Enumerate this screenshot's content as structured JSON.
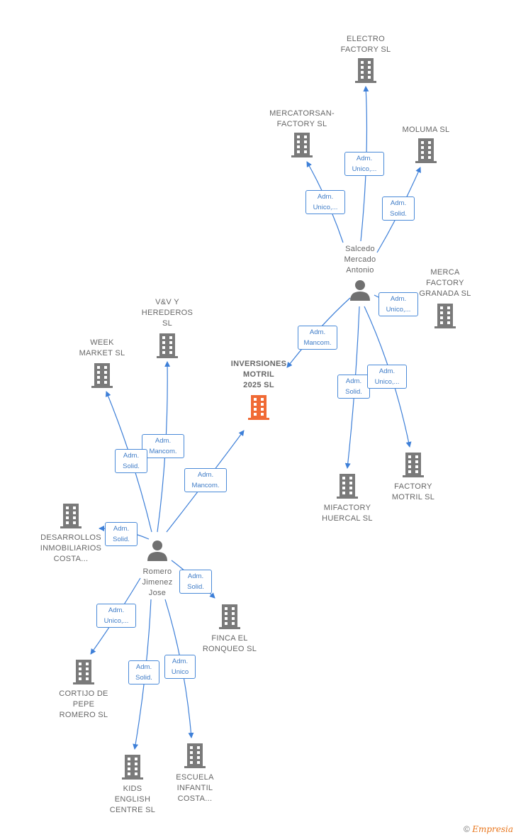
{
  "colors": {
    "edge": "#3d7fd8",
    "building": "#7a7a7a",
    "building_focus": "#f06a35",
    "person": "#707070"
  },
  "people": {
    "salcedo": {
      "name": "Salcedo\nMercado\nAntonio"
    },
    "romero": {
      "name": "Romero\nJimenez\nJose"
    }
  },
  "companies": {
    "inversiones": {
      "name": "INVERSIONES\nMOTRIL\n2025  SL"
    },
    "electro": {
      "name": "ELECTRO\nFACTORY  SL"
    },
    "mercatorsan": {
      "name": "MERCATORSAN-\nFACTORY  SL"
    },
    "moluma": {
      "name": "MOLUMA  SL"
    },
    "merca": {
      "name": "MERCA\nFACTORY\nGRANADA  SL"
    },
    "mifactory": {
      "name": "MIFACTORY\nHUERCAL  SL"
    },
    "factory_motril": {
      "name": "FACTORY\nMOTRIL  SL"
    },
    "vyv": {
      "name": "V&V Y\nHEREDEROS\nSL"
    },
    "week": {
      "name": "WEEK\nMARKET  SL"
    },
    "desarrollos": {
      "name": "DESARROLLOS\nINMOBILIARIOS\nCOSTA..."
    },
    "finca": {
      "name": "FINCA EL\nRONQUEO  SL"
    },
    "cortijo": {
      "name": "CORTIJO DE\nPEPE\nROMERO  SL"
    },
    "kids": {
      "name": "KIDS\nENGLISH\nCENTRE  SL"
    },
    "escuela": {
      "name": "ESCUELA\nINFANTIL\nCOSTA..."
    }
  },
  "edges": {
    "s_electro": "Adm.\nUnico,...",
    "s_mercatorsan": "Adm.\nUnico,...",
    "s_moluma": "Adm.\nSolid.",
    "s_merca": "Adm.\nUnico,...",
    "s_inversiones": "Adm.\nMancom.",
    "s_mifactory": "Adm.\nSolid.",
    "s_factory_motril": "Adm.\nUnico,...",
    "r_vyv": "Adm.\nMancom.",
    "r_week": "Adm.\nSolid.",
    "r_inversiones": "Adm.\nMancom.",
    "r_desarrollos": "Adm.\nSolid.",
    "r_finca": "Adm.\nSolid.",
    "r_cortijo": "Adm.\nUnico,...",
    "r_kids": "Adm.\nSolid.",
    "r_escuela": "Adm.\nUnico"
  },
  "footer": {
    "copyright": "©",
    "brand": "Empresia"
  }
}
